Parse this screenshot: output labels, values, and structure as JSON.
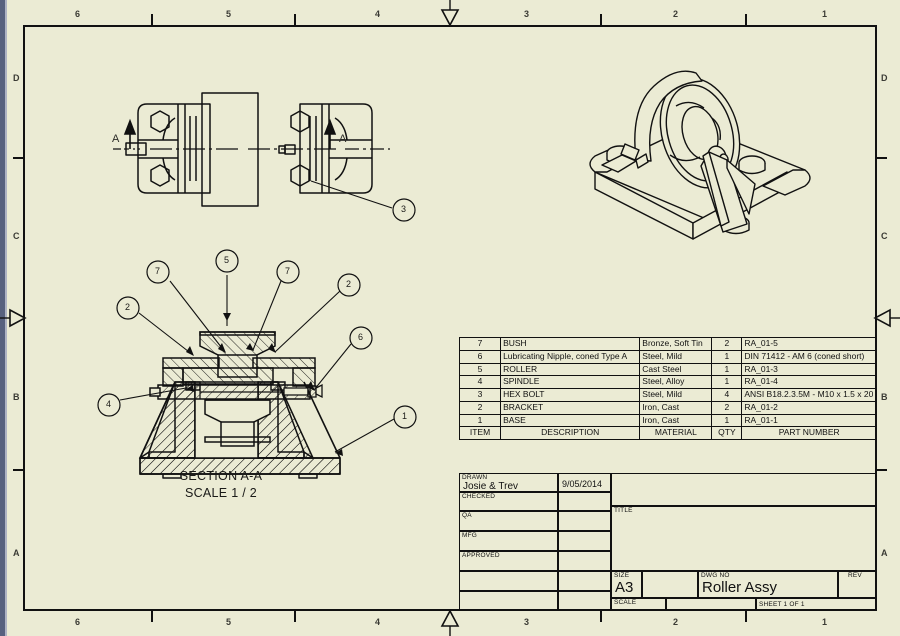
{
  "sheet": {
    "background_color": "#ebebd4",
    "line_color": "#111111",
    "zone_columns": [
      "6",
      "5",
      "4",
      "3",
      "2",
      "1"
    ],
    "zone_rows": [
      "D",
      "C",
      "B",
      "A"
    ]
  },
  "views": {
    "plan_view": {
      "section_label_left": "A",
      "section_label_right": "A",
      "balloon": "3"
    },
    "iso_view": {
      "name": "roller-assembly-isometric"
    },
    "section_view": {
      "title": "SECTION A-A",
      "scale": "SCALE 1 / 2",
      "balloons": [
        "5",
        "7",
        "7",
        "2",
        "2",
        "6",
        "4",
        "1"
      ]
    }
  },
  "bom": {
    "columns": [
      "ITEM",
      "DESCRIPTION",
      "MATERIAL",
      "QTY",
      "PART NUMBER"
    ],
    "rows": [
      {
        "item": "7",
        "description": "BUSH",
        "material": "Bronze, Soft Tin",
        "qty": "2",
        "part_number": "RA_01-5"
      },
      {
        "item": "6",
        "description": "Lubricating Nipple, coned Type A",
        "material": "Steel, Mild",
        "qty": "1",
        "part_number": "DIN 71412 - AM 6 (coned short)"
      },
      {
        "item": "5",
        "description": "ROLLER",
        "material": "Cast Steel",
        "qty": "1",
        "part_number": "RA_01-3"
      },
      {
        "item": "4",
        "description": "SPINDLE",
        "material": "Steel, Alloy",
        "qty": "1",
        "part_number": "RA_01-4"
      },
      {
        "item": "3",
        "description": "HEX BOLT",
        "material": "Steel, Mild",
        "qty": "4",
        "part_number": "ANSI B18.2.3.5M - M10 x 1.5 x 20"
      },
      {
        "item": "2",
        "description": "BRACKET",
        "material": "Iron, Cast",
        "qty": "2",
        "part_number": "RA_01-2"
      },
      {
        "item": "1",
        "description": "BASE",
        "material": "Iron, Cast",
        "qty": "1",
        "part_number": "RA_01-1"
      }
    ]
  },
  "title_block": {
    "drawn_label": "DRAWN",
    "drawn_name": "Josie & Trev",
    "drawn_date": "9/05/2014",
    "checked_label": "CHECKED",
    "checked_name": "",
    "checked_date": "",
    "qa_label": "QA",
    "qa_name": "",
    "qa_date": "",
    "mfg_label": "MFG",
    "mfg_name": "",
    "mfg_date": "",
    "approved_label": "APPROVED",
    "approved_name": "",
    "approved_date": "",
    "title_label": "TITLE",
    "title_value": "",
    "size_label": "SIZE",
    "size_value": "A3",
    "dwg_no_label": "DWG NO",
    "dwg_no_value": "Roller Assy",
    "rev_label": "REV",
    "rev_value": "",
    "scale_label": "SCALE",
    "scale_value": "",
    "sheet_value": "SHEET 1  OF 1"
  }
}
